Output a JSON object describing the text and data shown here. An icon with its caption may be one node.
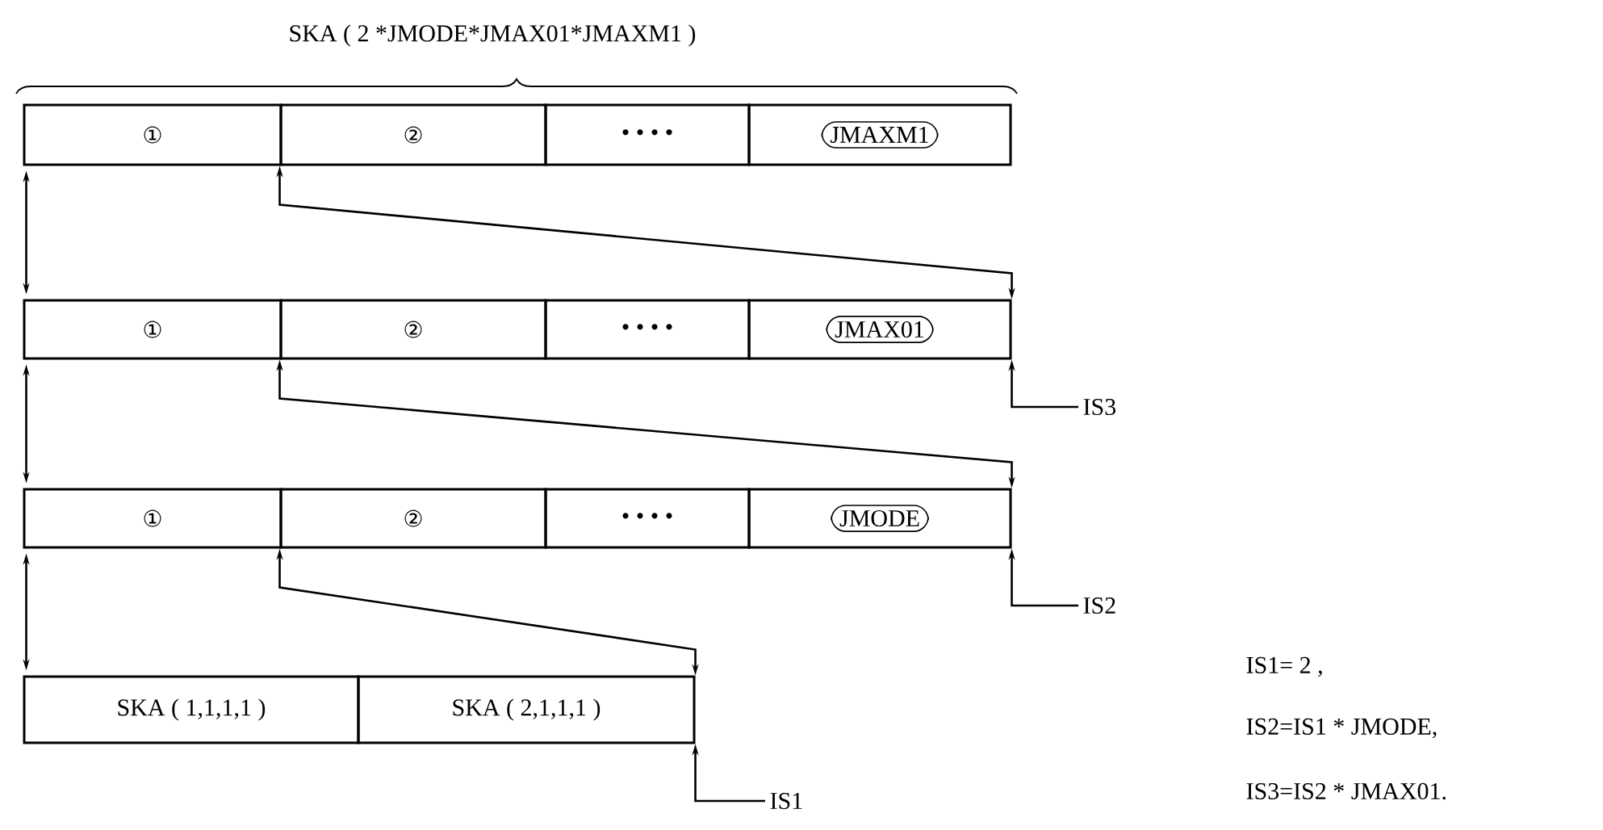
{
  "diagram": {
    "nodes": [
      {
        "text": [
          "①"
        ]
      },
      {
        "text": [
          "②"
        ]
      },
      {
        "text": [
          "• • • •"
        ]
      },
      {
        "text": [
          "JMAXM1"
        ]
      },
      {
        "text": [
          "①"
        ]
      },
      {
        "text": [
          "②"
        ]
      },
      {
        "text": [
          "• • • •"
        ]
      },
      {
        "text": [
          "JMAX01"
        ]
      },
      {
        "text": [
          "①"
        ]
      },
      {
        "text": [
          "②"
        ]
      },
      {
        "text": [
          "• • • •"
        ]
      },
      {
        "text": [
          "JMODE"
        ]
      },
      {
        "text": [
          "SKA ( 1,1,1,1 )"
        ]
      },
      {
        "text": [
          "SKA ( 2,1,1,1 )"
        ]
      },
      {
        "text": [
          "IS3"
        ]
      },
      {
        "text": [
          "IS2"
        ]
      },
      {
        "text": [
          "IS1"
        ]
      }
    ],
    "edges": [
      {
        "from": 0,
        "to": 4,
        "arrow": "both"
      },
      {
        "from": 4,
        "to": 8,
        "arrow": "both"
      },
      {
        "from": 8,
        "to": 12,
        "arrow": "both"
      },
      {
        "from": 1,
        "to": 7,
        "arrow": "both"
      },
      {
        "from": 5,
        "to": 11,
        "arrow": "both"
      },
      {
        "from": 9,
        "to": 13,
        "arrow": "both"
      },
      {
        "from": 14,
        "to": 7,
        "arrow": "to"
      },
      {
        "from": 15,
        "to": 11,
        "arrow": "to"
      },
      {
        "from": 16,
        "to": 13,
        "arrow": "to"
      }
    ],
    "labels": [
      "SKA ( 2 *JMODE*JMAX01*JMAXM1 )",
      "IS1= 2 ,",
      "IS2=IS1 * JMODE,",
      "IS3=IS2 * JMAX01."
    ]
  }
}
